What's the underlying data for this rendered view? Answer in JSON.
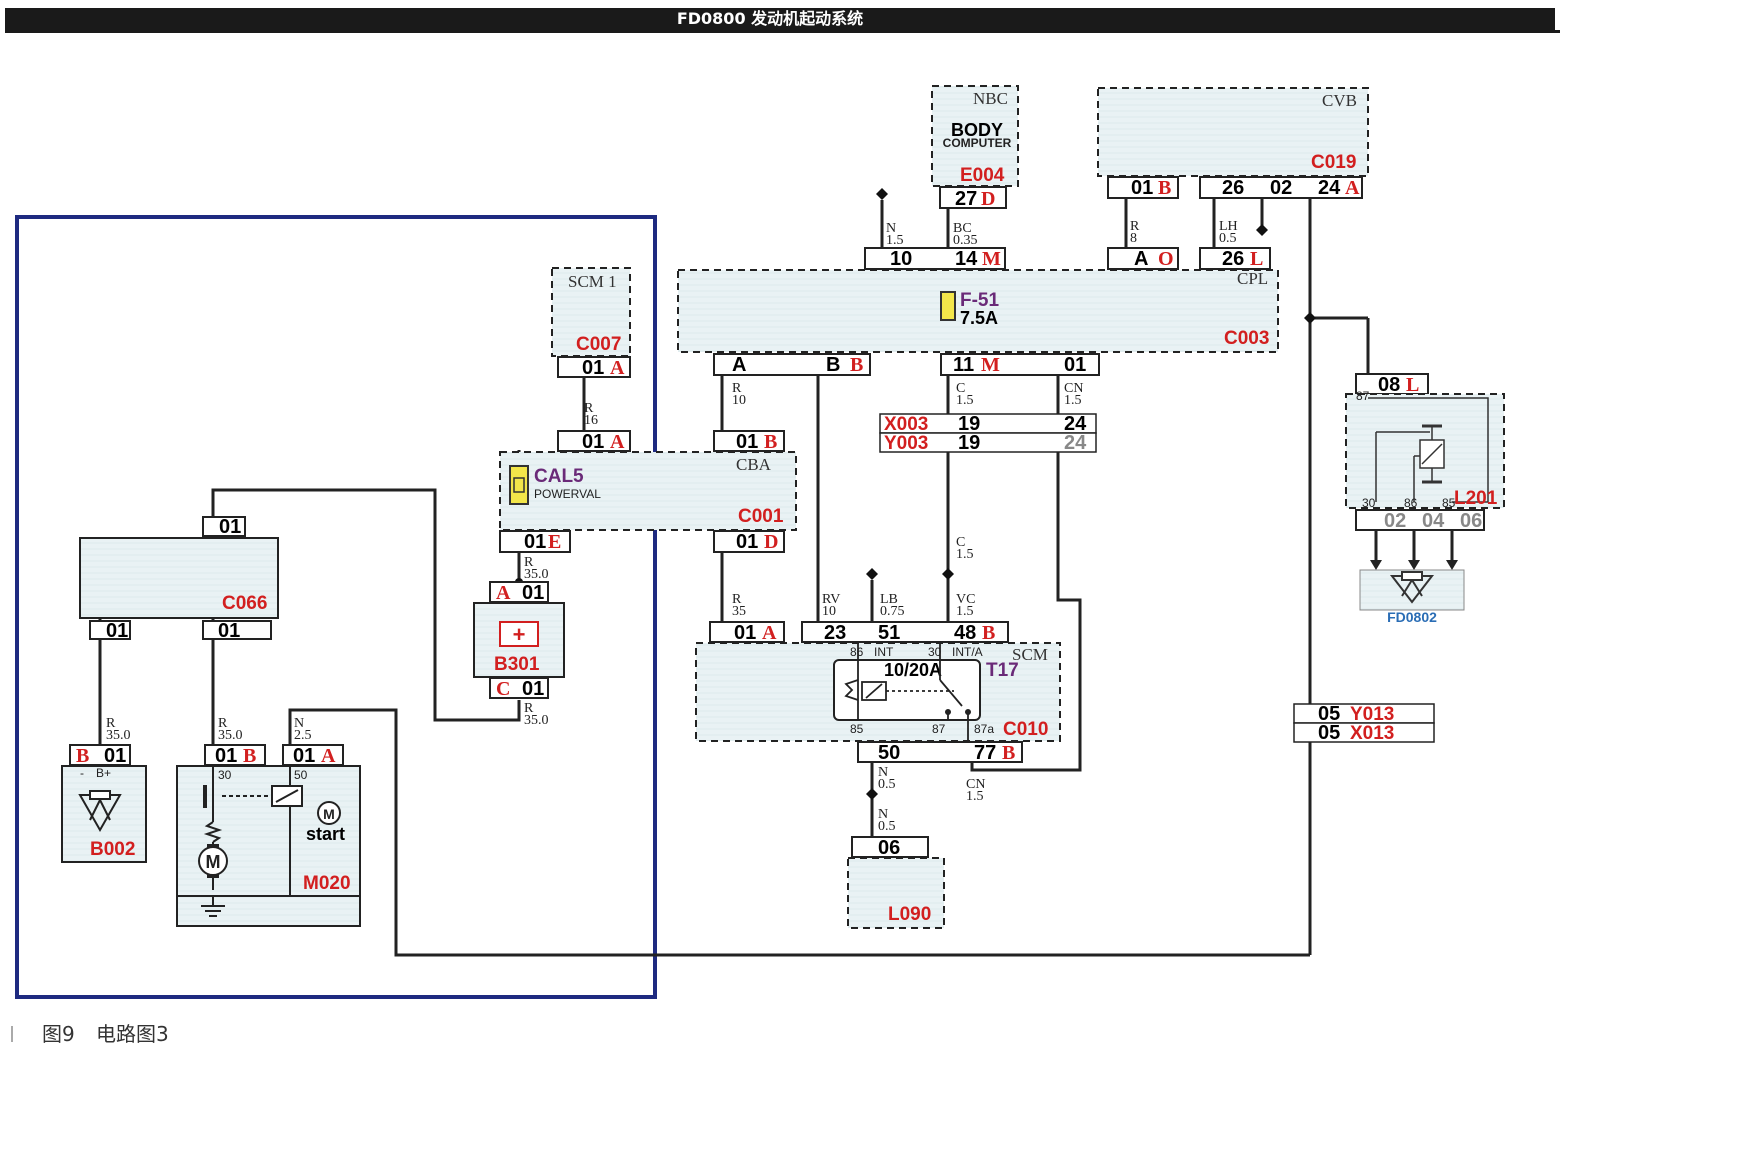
{
  "header": {
    "title": "FD0800  发动机起动系统"
  },
  "caption": {
    "figure": "图9",
    "text": "电路图3"
  },
  "modules": {
    "nbc": "NBC",
    "body": "BODY",
    "body_sub": "COMPUTER",
    "e004": "E004",
    "cvb": "CVB",
    "c019": "C019",
    "cpl": "CPL",
    "c003": "C003",
    "scm1": "SCM 1",
    "c007": "C007",
    "cba": "CBA",
    "c001": "C001",
    "scm": "SCM",
    "c010": "C010",
    "c066": "C066",
    "b002": "B002",
    "m020": "M020",
    "b301": "B301",
    "l090": "L090",
    "l201": "L201",
    "fd0802": "FD0802",
    "x003": "X003",
    "y003": "Y003",
    "x013": "X013",
    "y013": "Y013"
  },
  "components": {
    "f51": "F-51",
    "f51_rating": "7.5A",
    "cal5": "CAL5",
    "powerval": "POWERVAL",
    "t17": "T17",
    "relay_rating": "10/20A",
    "start": "start",
    "motor": "M",
    "int": "INT",
    "int_a": "INT/A",
    "b_plus": "B+",
    "minus": "-"
  },
  "pins": {
    "e004_27": "27",
    "e004_27c": "D",
    "c019_01": "01",
    "c019_01c": "B",
    "c019_26": "26",
    "c019_02": "02",
    "c019_24": "24",
    "c019_24c": "A",
    "c003_10": "10",
    "c003_14": "14",
    "c003_14c": "M",
    "c003_A_top": "A",
    "c003_O": "O",
    "c003_26": "26",
    "c003_26c": "L",
    "c003_A": "A",
    "c003_B": "B",
    "c003_Bc": "B",
    "c003_11": "11",
    "c003_11c": "M",
    "c003_01": "01",
    "c007_01": "01",
    "c007_01c": "A",
    "c001_01a": "01",
    "c001_01ac": "A",
    "c001_01b": "01",
    "c001_01bc": "B",
    "c001_01e": "01",
    "c001_01ec": "E",
    "c001_01d": "01",
    "c001_01dc": "D",
    "c066_01_top": "01",
    "c066_01_l": "01",
    "c066_01_r": "01",
    "b301_A": "A",
    "b301_01a": "01",
    "b301_C": "C",
    "b301_01c": "01",
    "b002_B": "B",
    "b002_01": "01",
    "m020_01": "01",
    "m020_01c": "B",
    "m020_01a": "01",
    "m020_01ac": "A",
    "m020_30": "30",
    "m020_50": "50",
    "x003_19": "19",
    "x003_24": "24",
    "y003_19": "19",
    "y003_24": "24",
    "c010_01": "01",
    "c010_01c": "A",
    "c010_23": "23",
    "c010_51": "51",
    "c010_48": "48",
    "c010_48c": "B",
    "c010_50": "50",
    "c010_77": "77",
    "c010_77c": "B",
    "relay_86": "86",
    "relay_30": "30",
    "relay_85": "85",
    "relay_87": "87",
    "relay_87a": "87a",
    "l090_06": "06",
    "l201_08": "08",
    "l201_08c": "L",
    "l201_02": "02",
    "l201_04": "04",
    "l201_06": "06",
    "l201_p85": "85",
    "l201_p86": "86",
    "l201_p87": "87",
    "l201_p30": "30",
    "x013_05": "05",
    "y013_05": "05"
  },
  "wires": {
    "n_10": "N",
    "n_10g": "1.5",
    "bc": "BC",
    "bc_g": "0.35",
    "r8": "R",
    "r8_g": "8",
    "lh": "LH",
    "lh_g": "0.5",
    "r16": "R",
    "r16_g": "16",
    "r10": "R",
    "r10_g": "10",
    "c11": "C",
    "c11_g": "1.5",
    "cn01": "CN",
    "cn01_g": "1.5",
    "c48": "C",
    "c48_g": "1.5",
    "r35a": "R",
    "r35a_g": "35",
    "rv": "RV",
    "rv_g": "10",
    "lb": "LB",
    "lb_g": "0.75",
    "vc": "VC",
    "vc_g": "1.5",
    "r_e": "R",
    "r_e_g": "35.0",
    "r_b301": "R",
    "r_b301_g": "35.0",
    "r_b002": "R",
    "r_b002_g": "35.0",
    "r_m020": "R",
    "r_m020_g": "35.0",
    "n_m020": "N",
    "n_m020_g": "2.5",
    "n50": "N",
    "n50_g": "0.5",
    "n06": "N",
    "n06_g": "0.5",
    "cn77": "CN",
    "cn77_g": "1.5"
  },
  "colors": {
    "red": "#d21f1f",
    "frame": "#1e2a80",
    "fill": "#e6f0f3",
    "fuse": "#f3e64a",
    "blue_label": "#2a6db5"
  }
}
